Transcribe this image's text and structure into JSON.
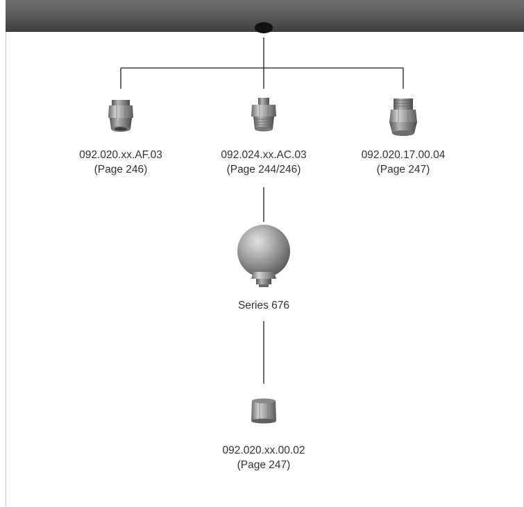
{
  "colors": {
    "header_bar": "#5c5c5c",
    "connector_line": "#1a1a1a",
    "frame_line": "#c8c8c8",
    "text": "#333333",
    "metal": "#9a9a9a"
  },
  "nodes": {
    "left": {
      "icon": "hex-adapter-fitting-icon",
      "code": "092.020.xx.AF.03",
      "page": "(Page 246)"
    },
    "center": {
      "icon": "hex-adapter-fitting-icon",
      "code": "092.024.xx.AC.03",
      "page": "(Page 244/246)"
    },
    "right": {
      "icon": "threaded-nipple-icon",
      "code": "092.020.17.00.04",
      "page": "(Page 247)"
    },
    "nozzle": {
      "icon": "spherical-nozzle-icon",
      "code": "Series 676"
    },
    "bottom": {
      "icon": "hex-nut-fitting-icon",
      "code": "092.020.xx.00.02",
      "page": "(Page 247)"
    }
  }
}
